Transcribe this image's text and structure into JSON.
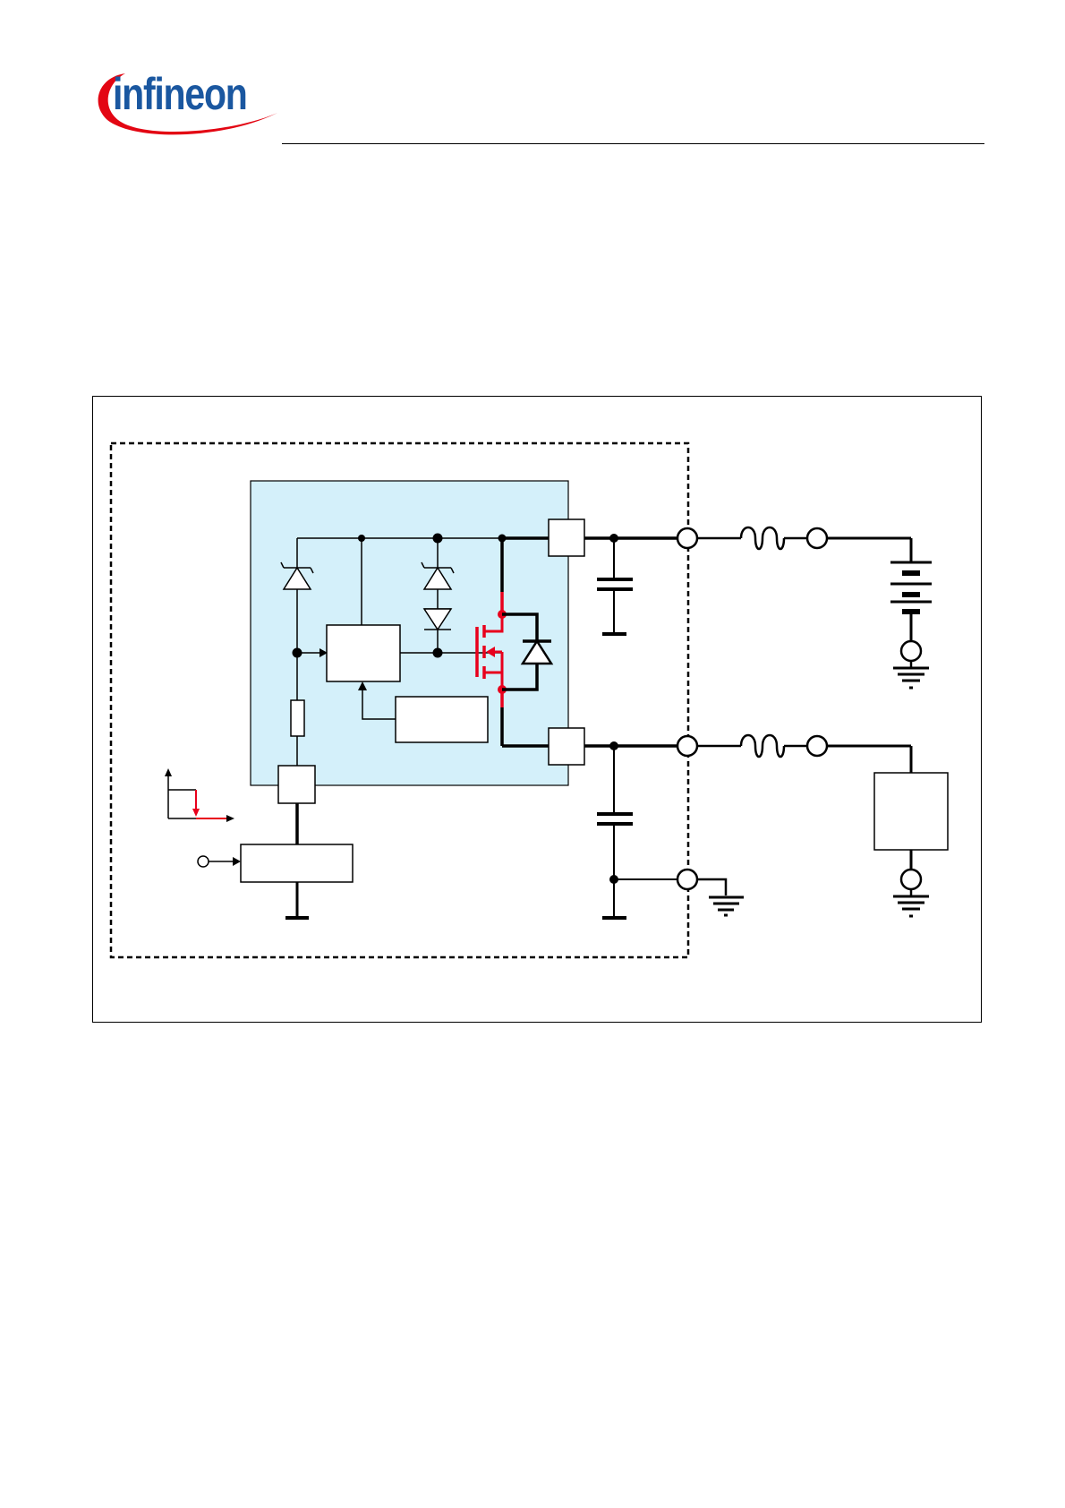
{
  "header": {
    "logo_text": "infineon",
    "brand_color": "#1a57a0",
    "accent_color": "#e30613"
  },
  "diagram": {
    "ic_fill": "#d4f0fa",
    "highlight_color": "#e8001c",
    "components": [
      "ecu-boundary",
      "ic-block",
      "zener-diode",
      "zener-diode-2",
      "diode",
      "gate-driver-block",
      "reference-block",
      "resistor",
      "power-mosfet",
      "body-diode",
      "pin-vs",
      "pin-out",
      "pin-in",
      "capacitor-vs",
      "capacitor-out",
      "inductor-supply",
      "inductor-load",
      "battery",
      "load-block",
      "microcontroller-block",
      "ground-symbols"
    ]
  }
}
